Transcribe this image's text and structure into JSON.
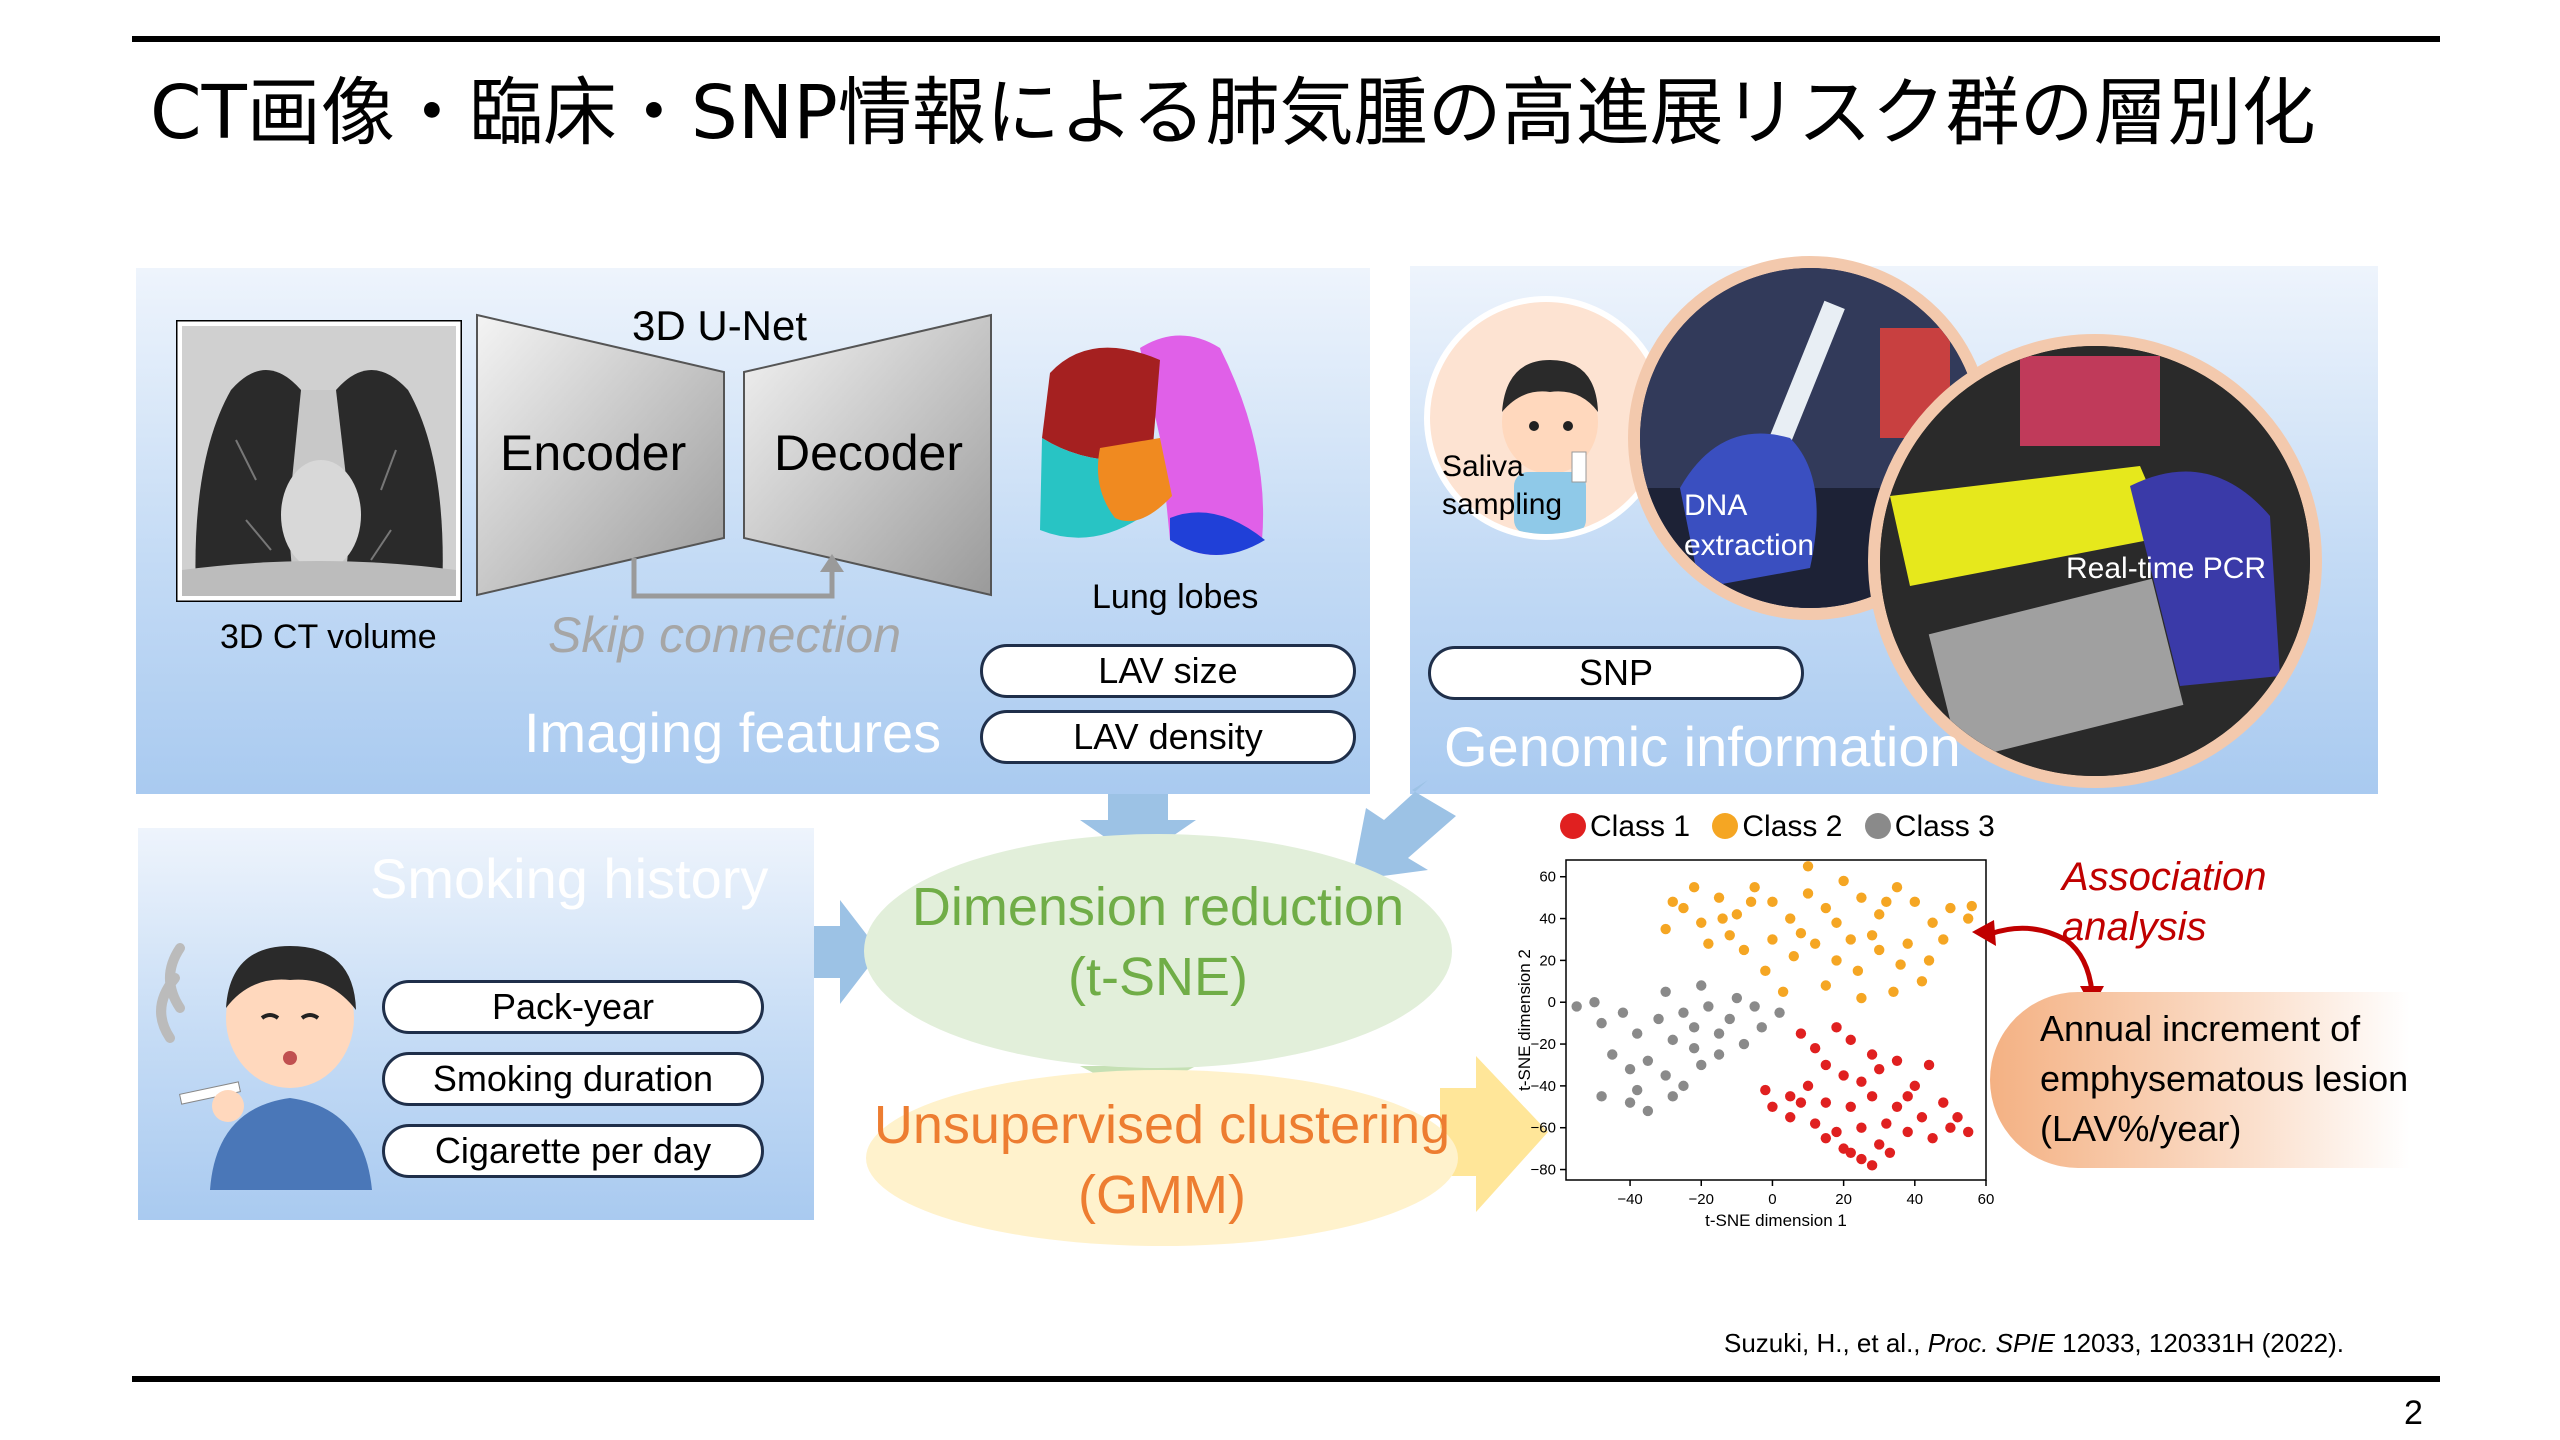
{
  "slide": {
    "title": "CT画像・臨床・SNP情報による肺気腫の高進展リスク群の層別化",
    "page_number": "2",
    "citation": {
      "authors": "Suzuki, H., et al., ",
      "journal": "Proc. SPIE",
      "rest": " 12033, 120331H (2022)."
    }
  },
  "imaging": {
    "ct_label": "3D CT volume",
    "unet_label": "3D U-Net",
    "encoder": "Encoder",
    "decoder": "Decoder",
    "skip": "Skip connection",
    "lobes_label": "Lung lobes",
    "features": [
      "LAV size",
      "LAV density"
    ],
    "section_title": "Imaging features"
  },
  "genomic": {
    "saliva": [
      "Saliva",
      "sampling"
    ],
    "dna": [
      "DNA",
      "extraction"
    ],
    "pcr": "Real-time PCR",
    "features": [
      "SNP"
    ],
    "section_title": "Genomic information"
  },
  "smoking": {
    "section_title": "Smoking history",
    "features": [
      "Pack-year",
      "Smoking duration",
      "Cigarette per day"
    ]
  },
  "process": {
    "dimred": [
      "Dimension reduction",
      "(t-SNE)"
    ],
    "cluster": [
      "Unsupervised clustering",
      "(GMM)"
    ]
  },
  "association": {
    "label": [
      "Association",
      "analysis"
    ],
    "outcome": [
      "Annual increment of",
      "emphysematous lesion",
      "(LAV%/year)"
    ]
  },
  "colors": {
    "class1": "#e02020",
    "class2": "#f5a623",
    "class3": "#8a8a8a",
    "green_text": "#70ad47",
    "orange_text": "#ed7d31",
    "assoc_red": "#c00000"
  },
  "chart_data": {
    "type": "scatter",
    "xlabel": "t-SNE dimension 1",
    "ylabel": "t-SNE dimension 2",
    "xlim": [
      -58,
      60
    ],
    "ylim": [
      -85,
      68
    ],
    "xticks": [
      -40,
      -20,
      0,
      20,
      40,
      60
    ],
    "yticks": [
      60,
      40,
      20,
      0,
      -20,
      -40,
      -60,
      -80
    ],
    "legend_position": "top",
    "series": [
      {
        "name": "Class 1",
        "points": [
          [
            8,
            -15
          ],
          [
            12,
            -22
          ],
          [
            18,
            -12
          ],
          [
            22,
            -18
          ],
          [
            28,
            -25
          ],
          [
            15,
            -30
          ],
          [
            20,
            -35
          ],
          [
            25,
            -38
          ],
          [
            30,
            -32
          ],
          [
            35,
            -28
          ],
          [
            10,
            -40
          ],
          [
            5,
            -45
          ],
          [
            15,
            -48
          ],
          [
            22,
            -50
          ],
          [
            28,
            -45
          ],
          [
            35,
            -50
          ],
          [
            40,
            -40
          ],
          [
            42,
            -55
          ],
          [
            48,
            -48
          ],
          [
            50,
            -60
          ],
          [
            45,
            -65
          ],
          [
            38,
            -62
          ],
          [
            32,
            -58
          ],
          [
            25,
            -60
          ],
          [
            18,
            -62
          ],
          [
            12,
            -58
          ],
          [
            5,
            -55
          ],
          [
            0,
            -50
          ],
          [
            20,
            -70
          ],
          [
            25,
            -75
          ],
          [
            28,
            -78
          ],
          [
            22,
            -72
          ],
          [
            30,
            -68
          ],
          [
            52,
            -55
          ],
          [
            55,
            -62
          ],
          [
            -2,
            -42
          ],
          [
            38,
            -45
          ],
          [
            44,
            -30
          ],
          [
            15,
            -65
          ],
          [
            8,
            -48
          ],
          [
            33,
            -72
          ]
        ]
      },
      {
        "name": "Class 2",
        "points": [
          [
            -30,
            35
          ],
          [
            -25,
            45
          ],
          [
            -20,
            38
          ],
          [
            -15,
            50
          ],
          [
            -10,
            42
          ],
          [
            -5,
            55
          ],
          [
            0,
            48
          ],
          [
            5,
            40
          ],
          [
            10,
            52
          ],
          [
            15,
            45
          ],
          [
            20,
            58
          ],
          [
            25,
            50
          ],
          [
            30,
            42
          ],
          [
            35,
            55
          ],
          [
            40,
            48
          ],
          [
            45,
            38
          ],
          [
            50,
            45
          ],
          [
            55,
            40
          ],
          [
            -18,
            28
          ],
          [
            -12,
            32
          ],
          [
            -8,
            25
          ],
          [
            0,
            30
          ],
          [
            6,
            22
          ],
          [
            12,
            28
          ],
          [
            18,
            20
          ],
          [
            24,
            15
          ],
          [
            30,
            25
          ],
          [
            36,
            18
          ],
          [
            42,
            10
          ],
          [
            -22,
            55
          ],
          [
            -28,
            48
          ],
          [
            10,
            65
          ],
          [
            18,
            38
          ],
          [
            28,
            32
          ],
          [
            38,
            28
          ],
          [
            48,
            30
          ],
          [
            56,
            46
          ],
          [
            -2,
            15
          ],
          [
            3,
            5
          ],
          [
            15,
            8
          ],
          [
            25,
            2
          ],
          [
            34,
            5
          ],
          [
            44,
            20
          ],
          [
            -14,
            40
          ],
          [
            8,
            33
          ],
          [
            22,
            30
          ],
          [
            -6,
            48
          ],
          [
            32,
            48
          ]
        ]
      },
      {
        "name": "Class 3",
        "points": [
          [
            -55,
            -2
          ],
          [
            -50,
            0
          ],
          [
            -48,
            -10
          ],
          [
            -42,
            -5
          ],
          [
            -38,
            -15
          ],
          [
            -32,
            -8
          ],
          [
            -28,
            -18
          ],
          [
            -22,
            -12
          ],
          [
            -18,
            -2
          ],
          [
            -12,
            -8
          ],
          [
            -8,
            -20
          ],
          [
            -3,
            -12
          ],
          [
            2,
            -5
          ],
          [
            -45,
            -25
          ],
          [
            -40,
            -32
          ],
          [
            -35,
            -28
          ],
          [
            -30,
            -35
          ],
          [
            -25,
            -40
          ],
          [
            -20,
            -30
          ],
          [
            -15,
            -25
          ],
          [
            -48,
            -45
          ],
          [
            -40,
            -48
          ],
          [
            -35,
            -52
          ],
          [
            -28,
            -45
          ],
          [
            -22,
            -22
          ],
          [
            -5,
            -2
          ],
          [
            -30,
            5
          ],
          [
            -20,
            8
          ],
          [
            -10,
            2
          ],
          [
            -38,
            -42
          ],
          [
            -25,
            -5
          ],
          [
            -15,
            -15
          ]
        ]
      }
    ]
  }
}
